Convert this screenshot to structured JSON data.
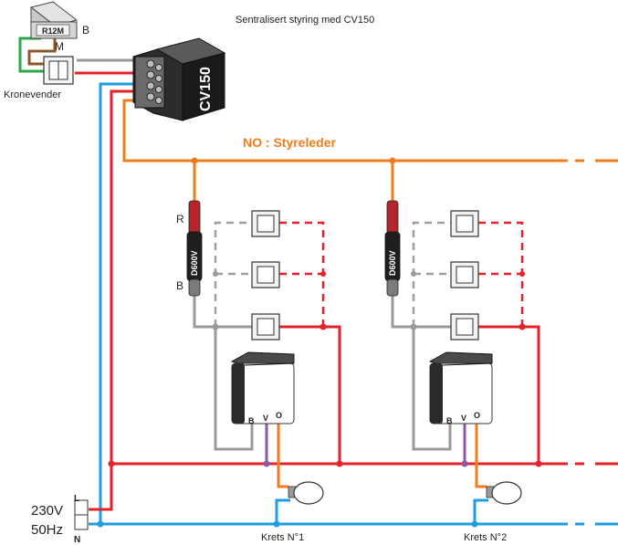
{
  "title": "Sentralisert styring med CV150",
  "control_wire_label": "NO : Styreleder",
  "cv150_label": "CV150",
  "r12m_label": "R12M",
  "r12m_wire_b": "B",
  "r12m_wire_m": "M",
  "kronevender_label": "Kronevender",
  "circuits": [
    {
      "d600v_label": "D600V",
      "wire_r": "R",
      "wire_b": "B",
      "dimmer_terminals": [
        "B",
        "V",
        "O"
      ],
      "krets_label": "Krets N°1"
    },
    {
      "d600v_label": "D600V",
      "wire_r": "",
      "wire_b": "",
      "dimmer_terminals": [
        "B",
        "V",
        "O"
      ],
      "krets_label": "Krets N°2"
    }
  ],
  "supply": {
    "voltage": "230V",
    "frequency": "50Hz",
    "phase": "L",
    "neutral": "N"
  },
  "colors": {
    "phase_red": "#e3222b",
    "neutral_blue": "#1e9ee0",
    "control_orange": "#f07d1c",
    "grey_wire": "#9a9a9a",
    "dashed_grey": "#a0a0a0",
    "violet": "#8a5aa8",
    "green": "#2aa84a",
    "brown": "#8b5a2b"
  }
}
